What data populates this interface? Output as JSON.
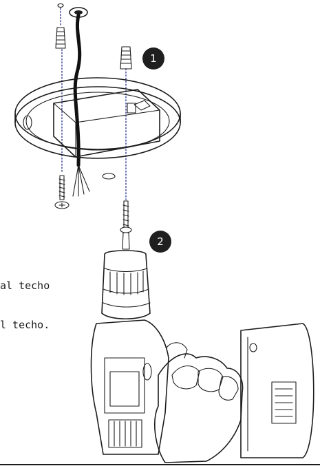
{
  "steps": {
    "step1": "1",
    "step2": "2"
  },
  "caption": {
    "line1": "al techo",
    "line2": "l techo."
  },
  "colors": {
    "ink": "#1c1c1c",
    "guide": "#2b3a8c",
    "badge": "#1f1f1f"
  }
}
